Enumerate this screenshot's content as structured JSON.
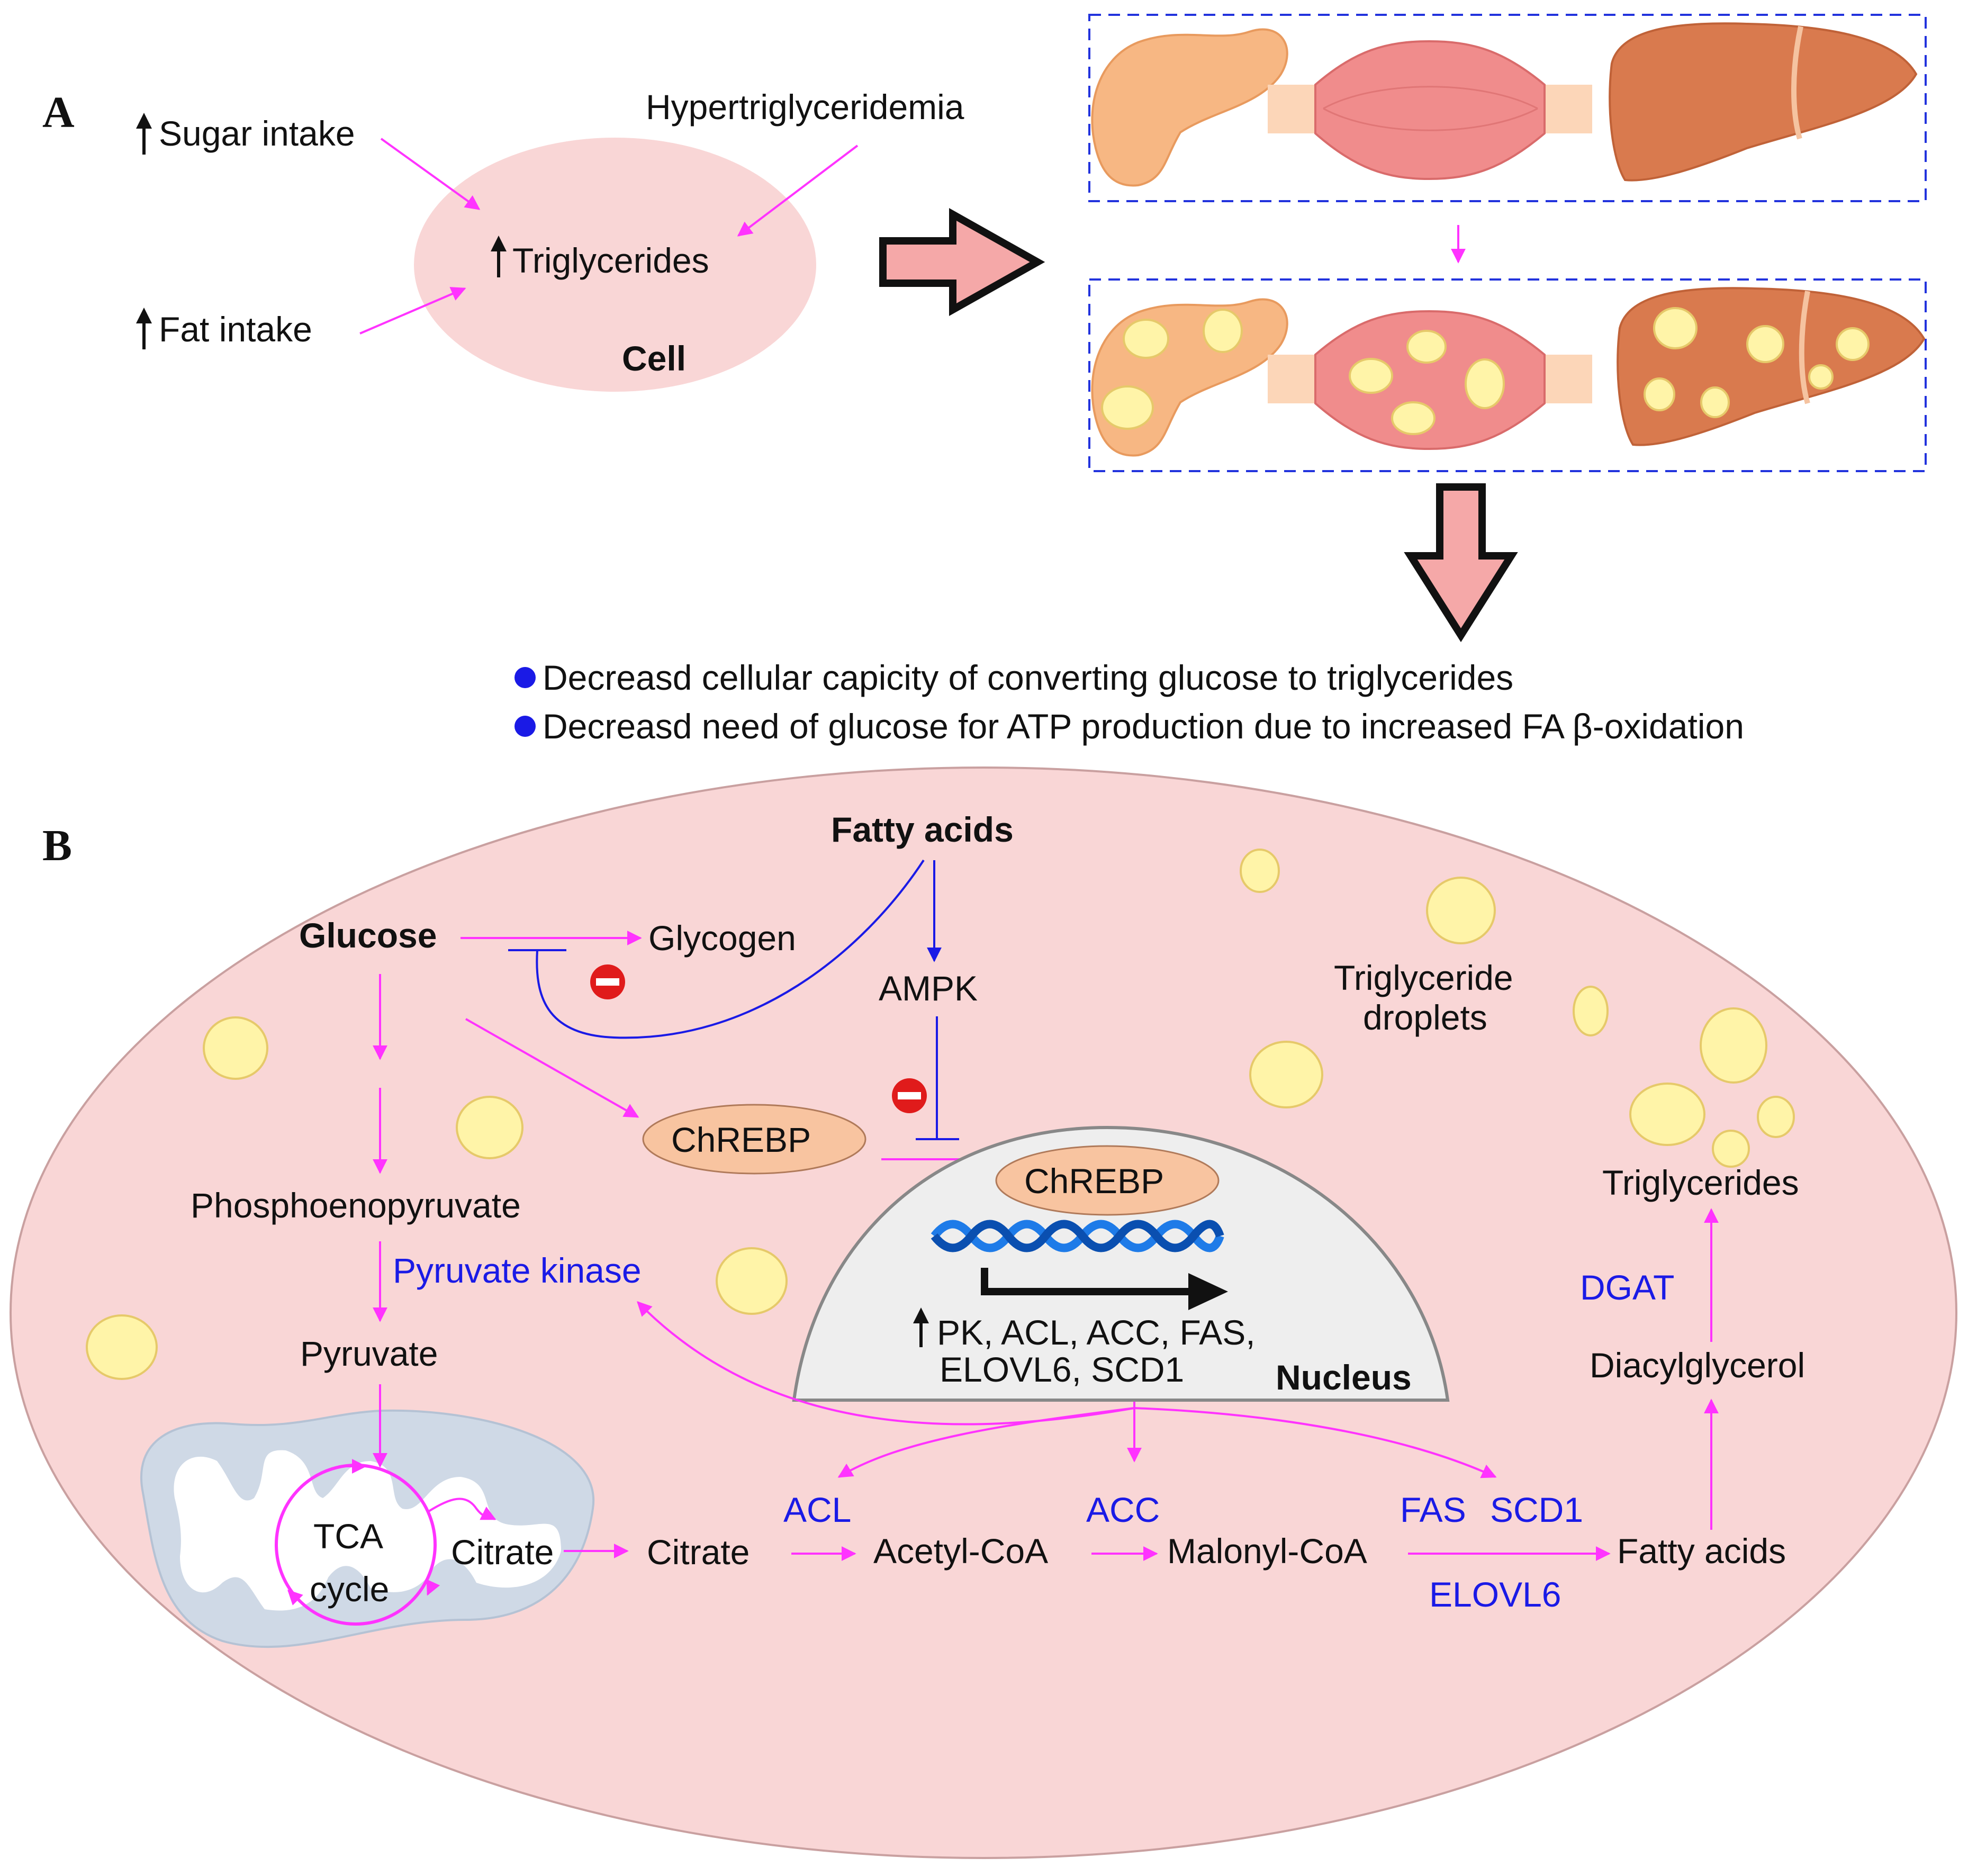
{
  "panel_a": {
    "label": "A",
    "sugar_intake": "Sugar intake",
    "fat_intake": "Fat intake",
    "hypertriglyceridemia": "Hypertriglyceridemia",
    "triglycerides": "Triglycerides",
    "cell": "Cell",
    "organs": [
      "pancreas",
      "muscle",
      "liver"
    ],
    "outcomes": [
      "Decreasd cellular capicity of converting glucose to triglycerides",
      "Decreasd need of glucose for ATP production due to increased FA β-oxidation"
    ]
  },
  "panel_b": {
    "label": "B",
    "fatty_acids_top": "Fatty acids",
    "glucose": "Glucose",
    "glycogen": "Glycogen",
    "ampk": "AMPK",
    "triglyceride_droplets_1": "Triglyceride",
    "triglyceride_droplets_2": "droplets",
    "chrebp_cyto": "ChREBP",
    "chrebp_nucleus": "ChREBP",
    "phosphoenolpyruvate": "Phosphoenopyruvate",
    "pyruvate_kinase": "Pyruvate kinase",
    "pyruvate": "Pyruvate",
    "genes_line1": "PK, ACL, ACC, FAS,",
    "genes_line2": "ELOVL6, SCD1",
    "nucleus": "Nucleus",
    "tca_1": "TCA",
    "tca_2": "cycle",
    "citrate_mito": "Citrate",
    "citrate": "Citrate",
    "acl": "ACL",
    "acetyl_coa": "Acetyl-CoA",
    "acc": "ACC",
    "malonyl_coa": "Malonyl-CoA",
    "fas": "FAS",
    "scd1": "SCD1",
    "elovl6": "ELOVL6",
    "fatty_acids_bottom": "Fatty acids",
    "diacylglycerol": "Diacylglycerol",
    "dgat": "DGAT",
    "triglycerides": "Triglycerides"
  },
  "colors": {
    "cell_fill": "#f9d6d6",
    "arrow_magenta": "#ff33ff",
    "inhibit_blue": "#1a1ae6",
    "chrebp_fill": "#f8c4a0",
    "droplet_fill": "#fff4a8",
    "nucleus_fill": "#eeeeee",
    "mitochondria_fill": "#cfd9e6",
    "big_arrow_fill": "#f5a8a8"
  }
}
